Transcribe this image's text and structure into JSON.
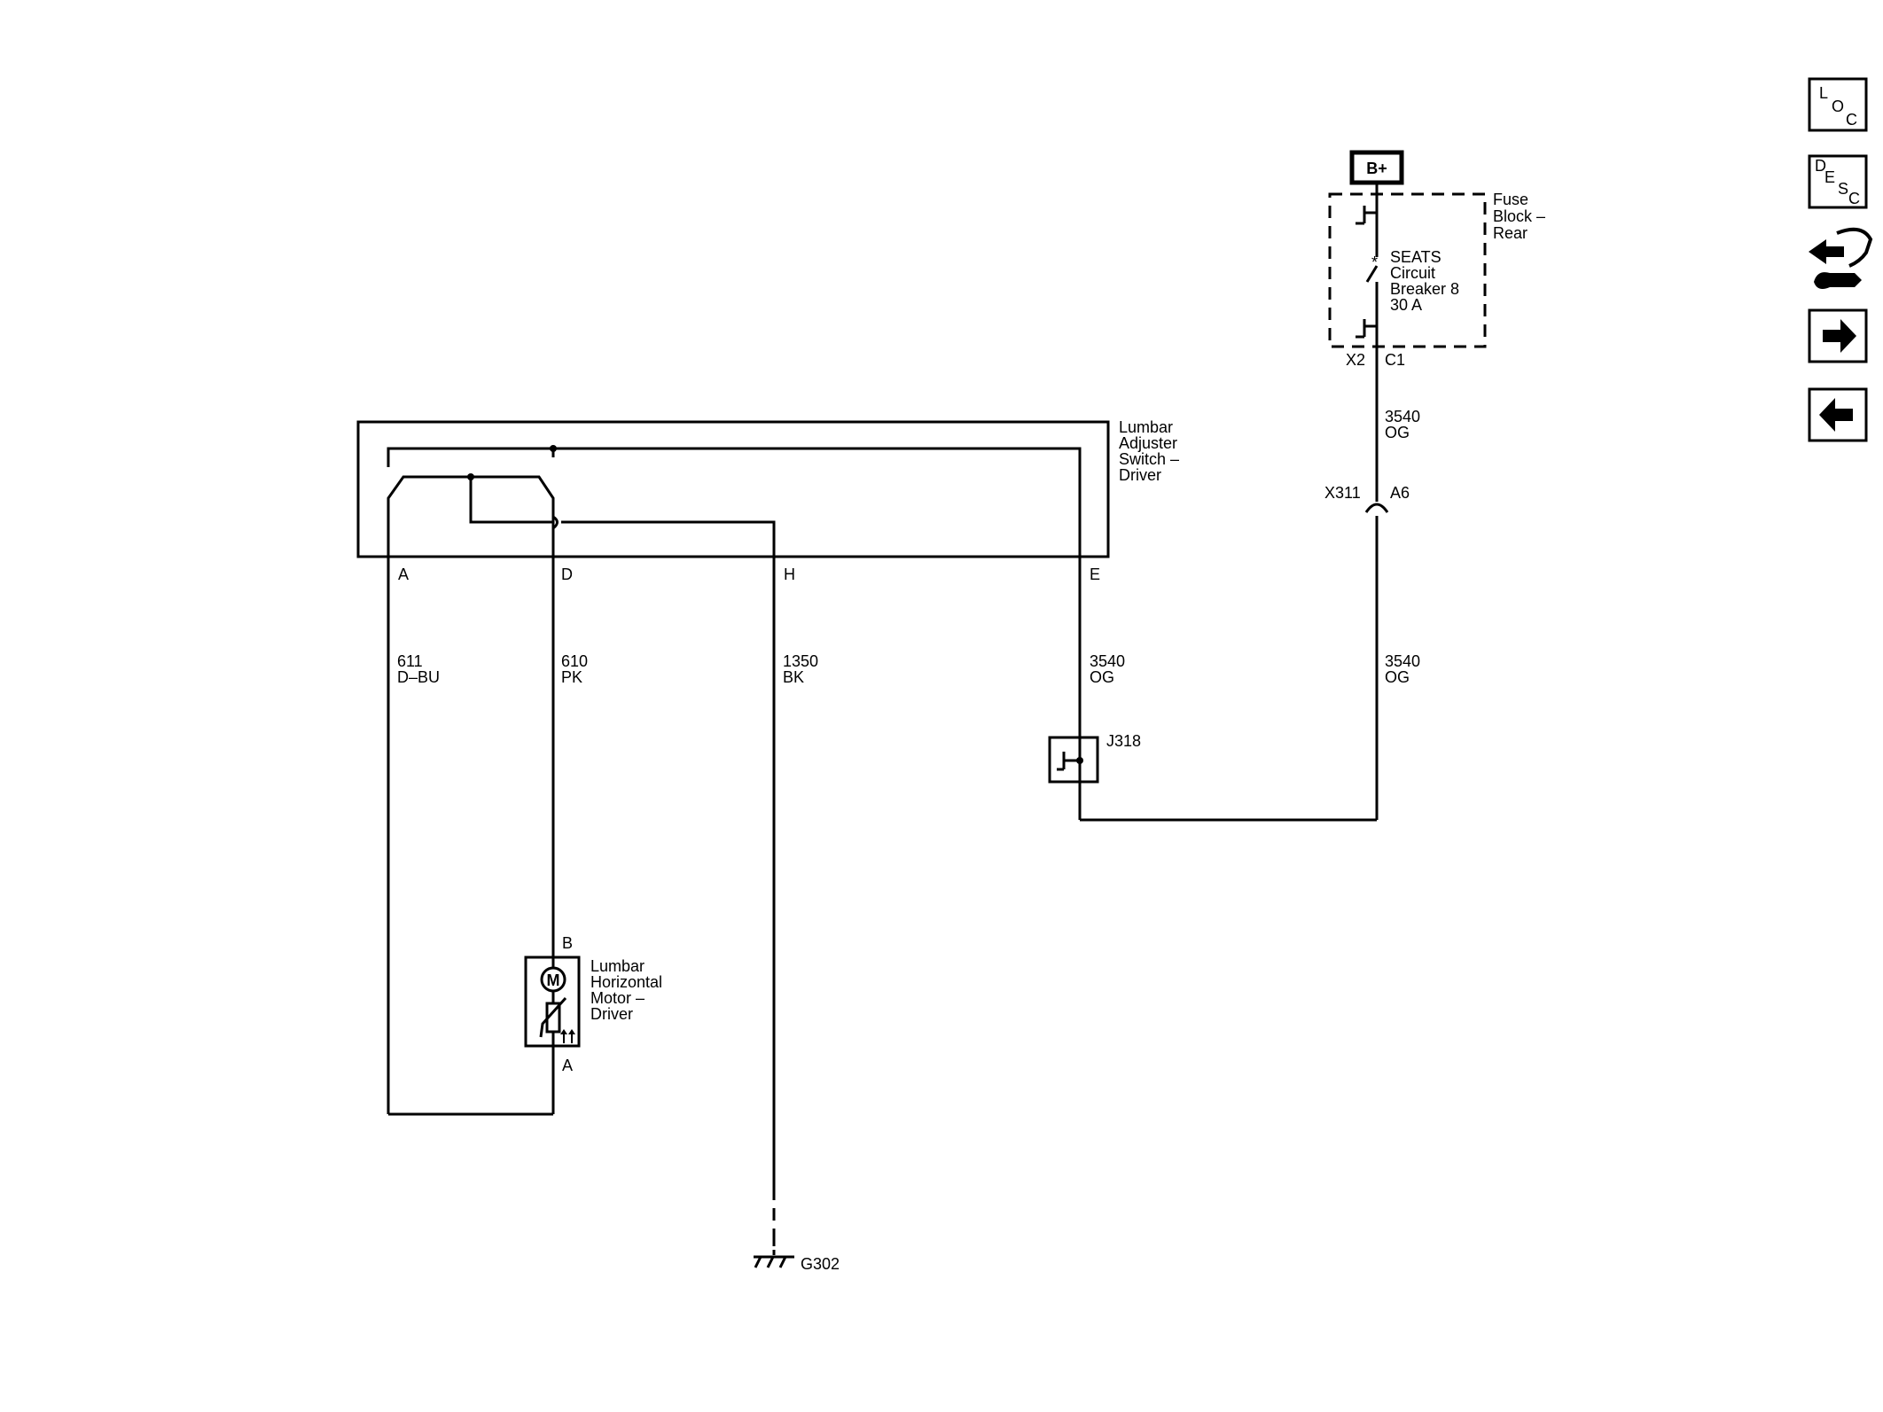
{
  "power": {
    "label": "B+"
  },
  "fuse_block": {
    "name_line1": "Fuse",
    "name_line2": "Block –",
    "name_line3": "Rear",
    "breaker_line1": "SEATS",
    "breaker_line2": "Circuit",
    "breaker_line3": "Breaker 8",
    "breaker_line4": "30 A",
    "connector_left": "X2",
    "connector_right": "C1"
  },
  "wire_upper": {
    "circuit": "3540",
    "color": "OG"
  },
  "inline_connector": {
    "id": "X311",
    "pin": "A6"
  },
  "wire_lower": {
    "circuit": "3540",
    "color": "OG"
  },
  "switch": {
    "name_line1": "Lumbar",
    "name_line2": "Adjuster",
    "name_line3": "Switch –",
    "name_line4": "Driver",
    "pins": {
      "a": "A",
      "d": "D",
      "h": "H",
      "e": "E"
    }
  },
  "wires": {
    "a": {
      "circuit": "611",
      "color": "D–BU"
    },
    "d": {
      "circuit": "610",
      "color": "PK"
    },
    "h": {
      "circuit": "1350",
      "color": "BK"
    },
    "e": {
      "circuit": "3540",
      "color": "OG"
    }
  },
  "splice": {
    "id": "J318"
  },
  "motor": {
    "symbol": "M",
    "name_line1": "Lumbar",
    "name_line2": "Horizontal",
    "name_line3": "Motor –",
    "name_line4": "Driver",
    "pin_top": "B",
    "pin_bottom": "A"
  },
  "ground": {
    "id": "G302"
  },
  "toolbar": {
    "loc": {
      "l1": "L",
      "l2": "O",
      "l3": "C"
    },
    "desc": {
      "l1": "D",
      "l2": "E",
      "l3": "S",
      "l4": "C"
    },
    "icons": [
      "component-view-icon",
      "next-arrow-icon",
      "previous-arrow-icon"
    ]
  }
}
